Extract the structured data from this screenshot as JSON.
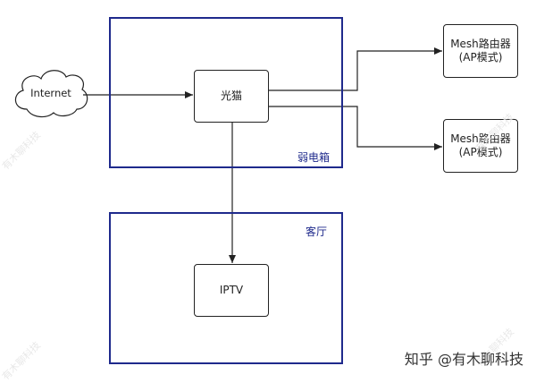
{
  "nodes": {
    "internet": "Internet",
    "modem": "光猫",
    "mesh1_line1": "Mesh路由器",
    "mesh1_line2": "(AP模式)",
    "mesh2_line1": "Mesh路由器",
    "mesh2_line2": "(AP模式)",
    "iptv": "IPTV"
  },
  "zones": {
    "weak_box": "弱电箱",
    "living_room": "客厅"
  },
  "watermark": "知乎 @有木聊科技",
  "faint_watermark": "有木聊科技",
  "colors": {
    "zone_border": "#1f2a8c",
    "node_border": "#222222",
    "line": "#222222"
  }
}
